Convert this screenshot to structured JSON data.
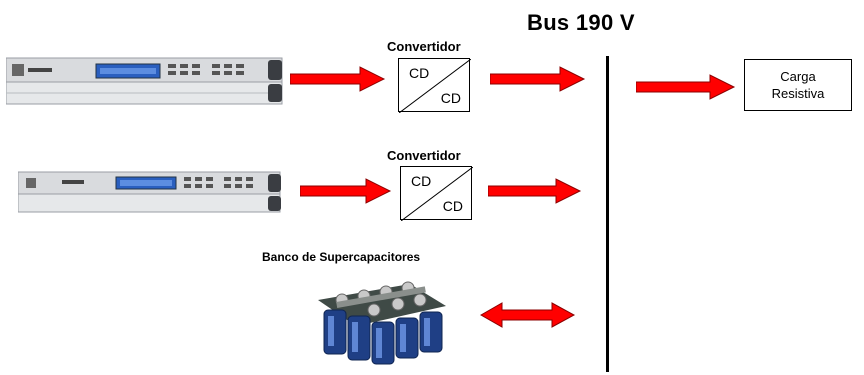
{
  "title": "Bus 190 V",
  "converter_1": {
    "label": "Convertidor",
    "input": "CD",
    "output": "CD"
  },
  "converter_2": {
    "label": "Convertidor",
    "input": "CD",
    "output": "CD"
  },
  "load": {
    "line1": "Carga",
    "line2": "Resistiva"
  },
  "supercap_bank": {
    "label": "Banco de Supercapacitores"
  },
  "colors": {
    "arrow": "#ff0000",
    "arrow_stroke": "#8b0000",
    "bus": "#000000",
    "instrument_body": "#d8dadc",
    "instrument_display": "#2a5fbf",
    "capacitor": "#2c5fb4"
  }
}
